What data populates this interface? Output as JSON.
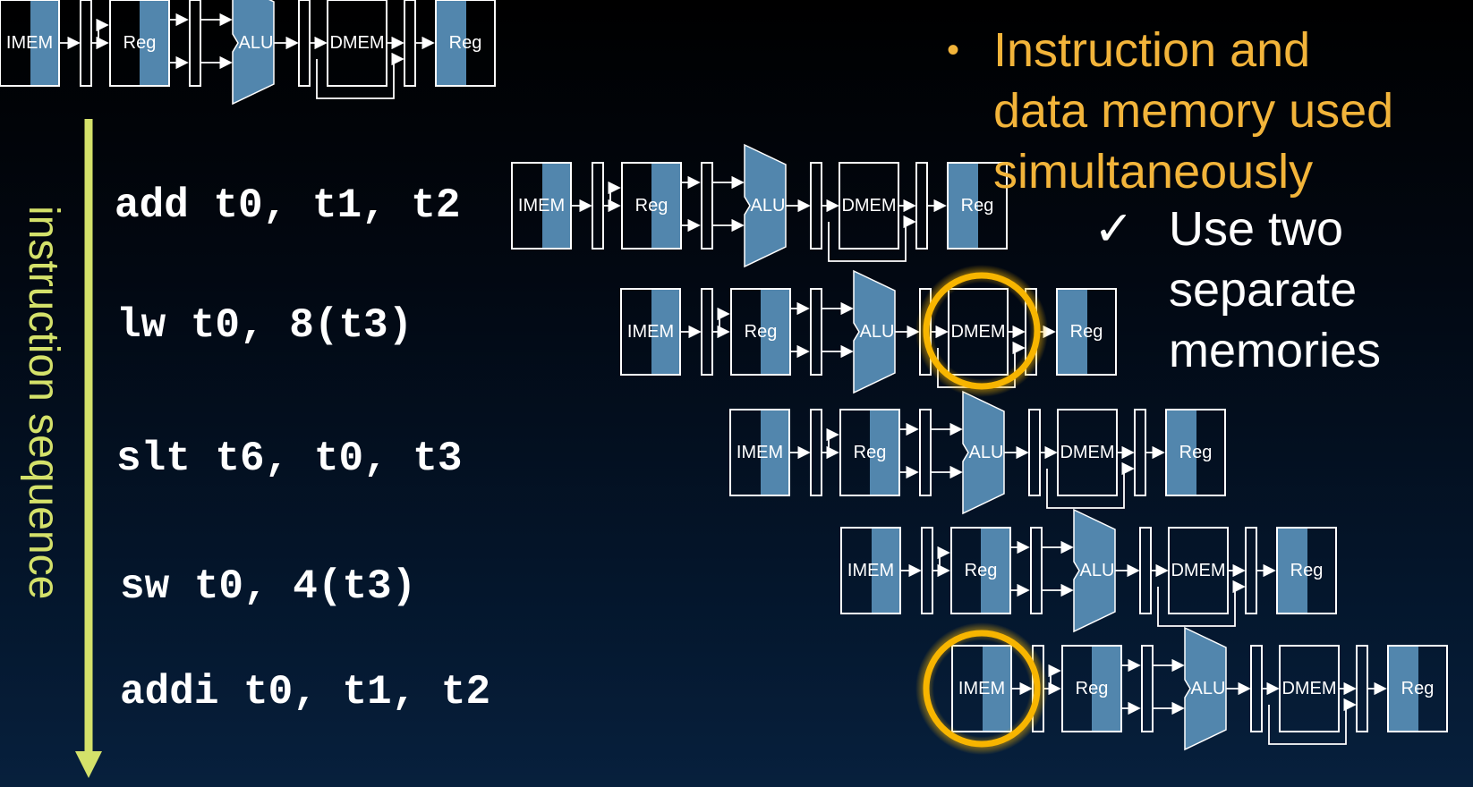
{
  "sequence_label": "instruction sequence",
  "instructions": [
    "add t0, t1, t2",
    "lw t0, 8(t3)",
    "slt t6, t0, t3",
    "sw t0, 4(t3)",
    "addi t0, t1, t2"
  ],
  "stages": {
    "imem": "IMEM",
    "reg": "Reg",
    "alu": "ALU",
    "dmem": "DMEM",
    "reg_wb": "Reg"
  },
  "bullet": {
    "marker": "•",
    "lines": [
      "Instruction and",
      "data memory used",
      "simultaneously"
    ]
  },
  "sub_bullet": {
    "marker": "✓",
    "lines": [
      "Use two",
      "separate",
      "memories"
    ]
  },
  "colors": {
    "label": "#d4e16a",
    "bullet": "#f2b43a",
    "stage_fill": "#5286ad",
    "highlight": "#f7b500"
  },
  "highlights": [
    {
      "instruction": "lw t0, 8(t3)",
      "stage": "DMEM"
    },
    {
      "instruction": "addi t0, t1, t2",
      "stage": "IMEM"
    }
  ]
}
